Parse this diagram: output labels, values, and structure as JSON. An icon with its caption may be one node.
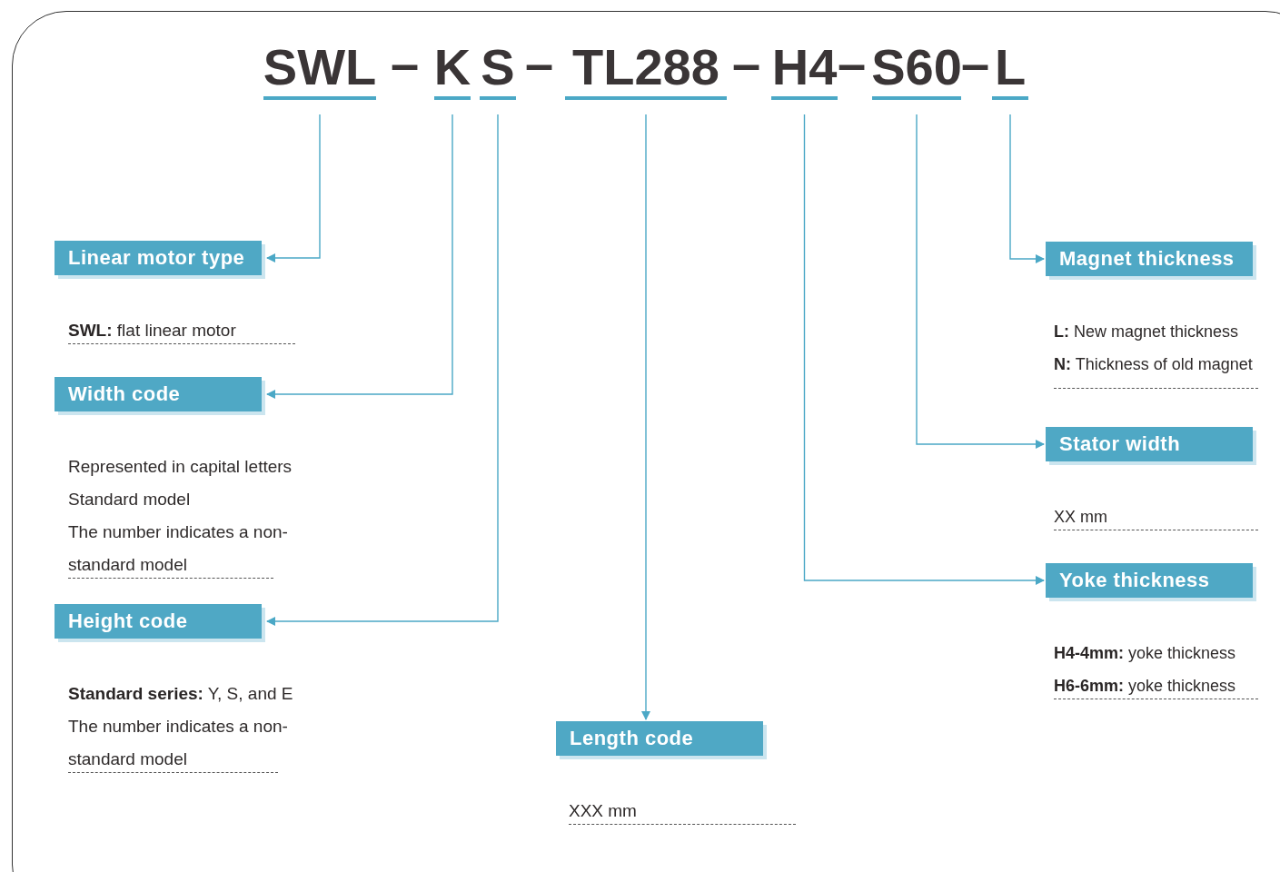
{
  "diagram": {
    "nodes": [
      {
        "text": [
          "SWL"
        ]
      },
      {
        "text": [
          "K"
        ]
      },
      {
        "text": [
          "S"
        ]
      },
      {
        "text": [
          "TL288"
        ]
      },
      {
        "text": [
          "H4"
        ]
      },
      {
        "text": [
          "S60"
        ]
      },
      {
        "text": [
          "L"
        ]
      },
      {
        "text": [
          "Linear motor type"
        ],
        "beside": [
          "**SWL:** flat linear motor"
        ]
      },
      {
        "text": [
          "Magnet thickness"
        ],
        "beside": [
          "**L:** New magnet thickness",
          "**N:** Thickness of old magnet"
        ]
      },
      {
        "text": [
          "Width code"
        ],
        "beside": [
          "Represented in capital letters",
          "Standard model",
          "The number indicates a non-standard model"
        ]
      },
      {
        "text": [
          "Stator width"
        ],
        "beside": [
          "XX mm"
        ]
      },
      {
        "text": [
          "Height code"
        ],
        "beside": [
          "**Standard series:** Y, S, and E",
          "The number indicates a non-standard model"
        ]
      },
      {
        "text": [
          "Yoke thickness"
        ],
        "beside": [
          "**H4-4mm:** yoke thickness",
          "**H6-6mm:** yoke thickness"
        ]
      },
      {
        "text": [
          "Length code"
        ],
        "beside": [
          "XXX mm"
        ]
      }
    ],
    "edges": [
      {
        "from": 0,
        "to": 7,
        "arrow": "to"
      },
      {
        "from": 1,
        "to": 9,
        "arrow": "to"
      },
      {
        "from": 2,
        "to": 11,
        "arrow": "to"
      },
      {
        "from": 3,
        "to": 13,
        "arrow": "to"
      },
      {
        "from": 4,
        "to": 12,
        "arrow": "to"
      },
      {
        "from": 5,
        "to": 10,
        "arrow": "to"
      },
      {
        "from": 6,
        "to": 8,
        "arrow": "to"
      }
    ],
    "labels": [
      "–",
      "–",
      "–",
      "–",
      "–"
    ]
  }
}
